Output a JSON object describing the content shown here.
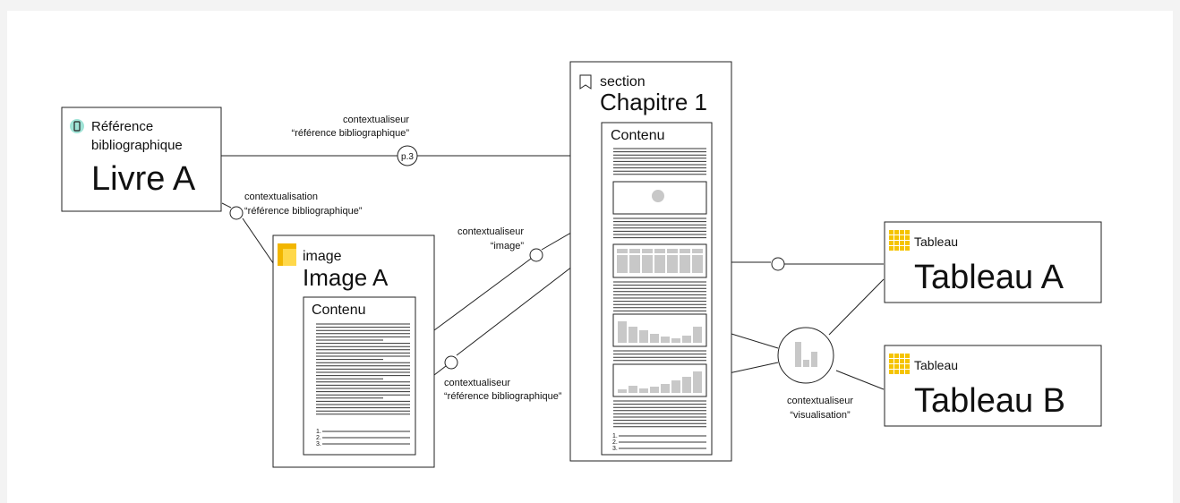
{
  "reference": {
    "type_line1": "Référence",
    "type_line2": "bibliographique",
    "title": "Livre A"
  },
  "image_node": {
    "type": "image",
    "title": "Image A",
    "content_label": "Contenu",
    "list_markers": [
      "1.",
      "2.",
      "3."
    ]
  },
  "section_node": {
    "type": "section",
    "title": "Chapitre 1",
    "content_label": "Contenu",
    "list_markers": [
      "1.",
      "2.",
      "3."
    ]
  },
  "tableau_a": {
    "type": "Tableau",
    "title": "Tableau A"
  },
  "tableau_b": {
    "type": "Tableau",
    "title": "Tableau B"
  },
  "links": {
    "ref_to_section": {
      "line1": "contextualiseur",
      "line2": "“référence bibliographique”",
      "page_marker": "p.3"
    },
    "ref_to_image": {
      "line1": "contextualisation",
      "line2": "“référence bibliographique”"
    },
    "image_link": {
      "line1": "contextualiseur",
      "line2": "“image”"
    },
    "image_ref_link": {
      "line1": "contextualiseur",
      "line2": "“référence bibliographique”"
    },
    "visualisation": {
      "line1": "contextualiseur",
      "line2": "“visualisation”"
    }
  },
  "colors": {
    "tableau_icon": "#f5c400",
    "image_icon": "#f2b600",
    "reference_icon_bg": "#9fe3d6",
    "placeholder_gray": "#c8c8c8"
  }
}
